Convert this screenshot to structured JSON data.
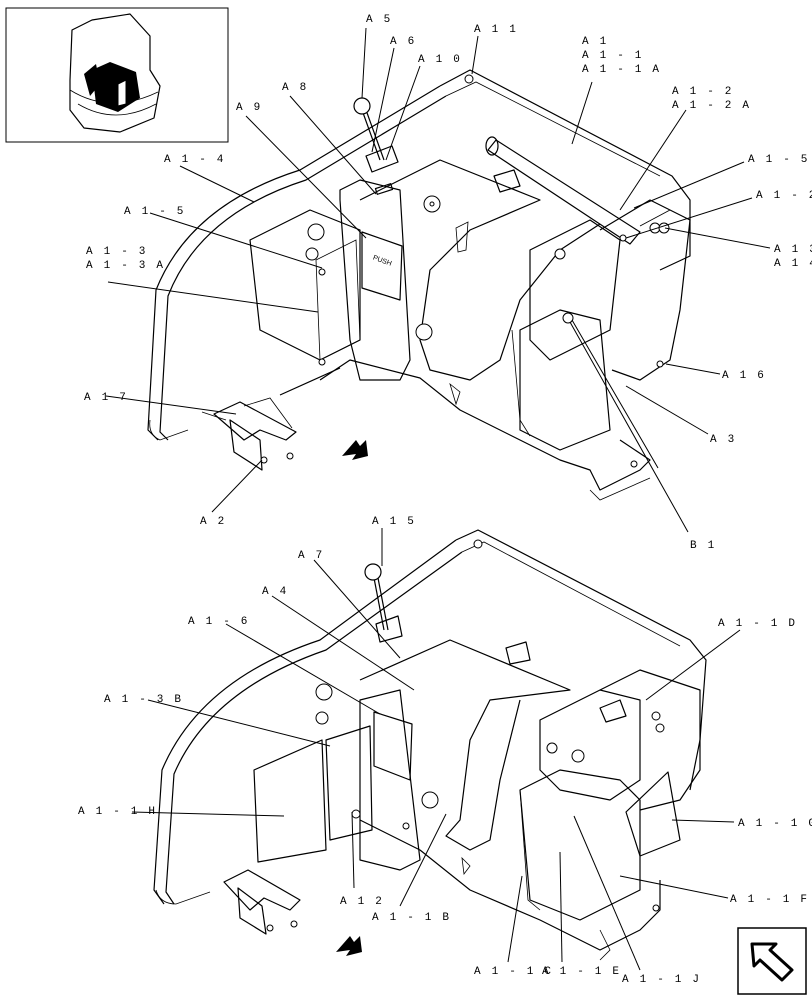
{
  "callouts_top": {
    "A5": "A 5",
    "A6": "A 6",
    "A10": "A 1 0",
    "A11": "A 1 1",
    "A1_group": [
      "A 1",
      "A 1 - 1",
      "A 1 - 1 A"
    ],
    "A1_2_group": [
      "A 1 - 2",
      "A 1 - 2 A"
    ],
    "A8": "A 8",
    "A9": "A 9",
    "A1_4": "A 1 - 4",
    "A1_5_right": "A 1 - 5",
    "A1_2": "A 1 - 2",
    "A1_5_left": "A 1 - 5",
    "A1_3_group": [
      "A 1 - 3",
      "A 1 - 3 A"
    ],
    "A13_group": [
      "A 1 3",
      "A 1 4"
    ],
    "A16": "A 1 6",
    "A17": "A 1 7",
    "A3": "A 3",
    "A2": "A 2",
    "B1": "B 1"
  },
  "callouts_bottom": {
    "A15": "A 1 5",
    "A7": "A 7",
    "A4": "A 4",
    "A1_6": "A 1 - 6",
    "A1_1D": "A 1 - 1 D",
    "A1_3B": "A 1 - 3 B",
    "A1_1H": "A 1 - 1 H",
    "A1_1G": "A 1 - 1 G",
    "A1_1F": "A 1 - 1 F",
    "A12": "A 1 2",
    "A1_1B": "A 1 - 1 B",
    "A1_1C": "A 1 - 1 C",
    "A1_1E": "A 1 - 1 E",
    "A1_1J": "A 1 - 1 J"
  },
  "icons": {
    "thumbnail": "machine-overview-thumbnail",
    "direction_arrow": "front-direction-arrow-icon",
    "next_page": "next-page-arrow-icon"
  }
}
